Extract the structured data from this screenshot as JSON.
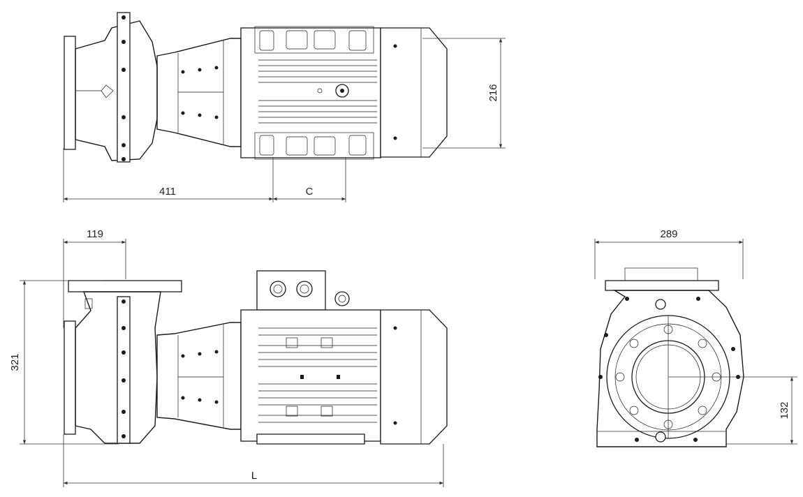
{
  "dimensions": {
    "top_length_to_motor": "411",
    "top_motor_foot": "C",
    "top_motor_height": "216",
    "side_flange_offset": "119",
    "side_height": "321",
    "side_total_length": "L",
    "end_width": "289",
    "end_shaft_height": "132"
  },
  "colors": {
    "line": "#1a1a1a",
    "background": "#ffffff"
  }
}
